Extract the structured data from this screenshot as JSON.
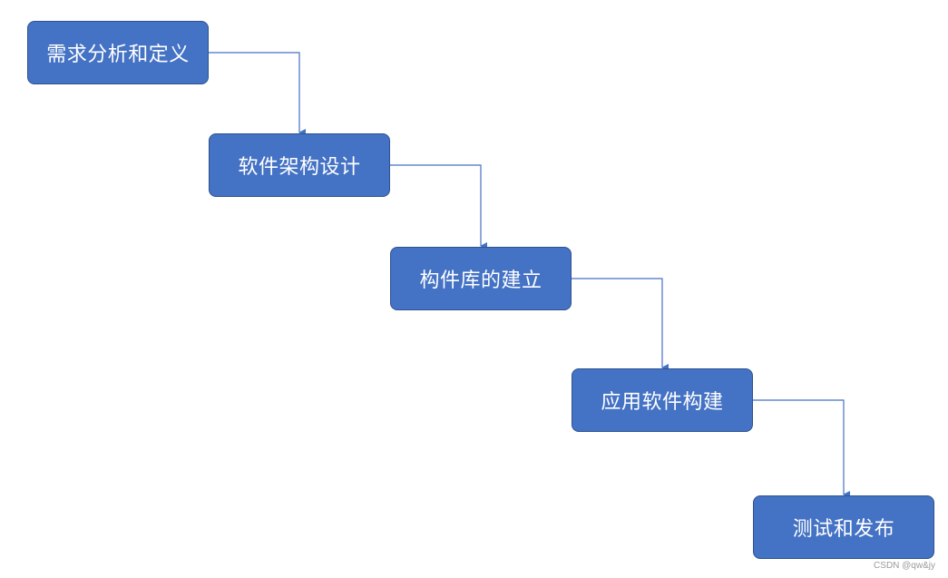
{
  "diagram": {
    "steps": [
      "需求分析和定义",
      "软件架构设计",
      "构件库的建立",
      "应用软件构建",
      "测试和发布"
    ],
    "box_color": "#4472c4",
    "box_border_color": "#2f528f",
    "text_color": "#ffffff",
    "connector_color": "#4472c4"
  },
  "watermark": "CSDN @qw&jy"
}
